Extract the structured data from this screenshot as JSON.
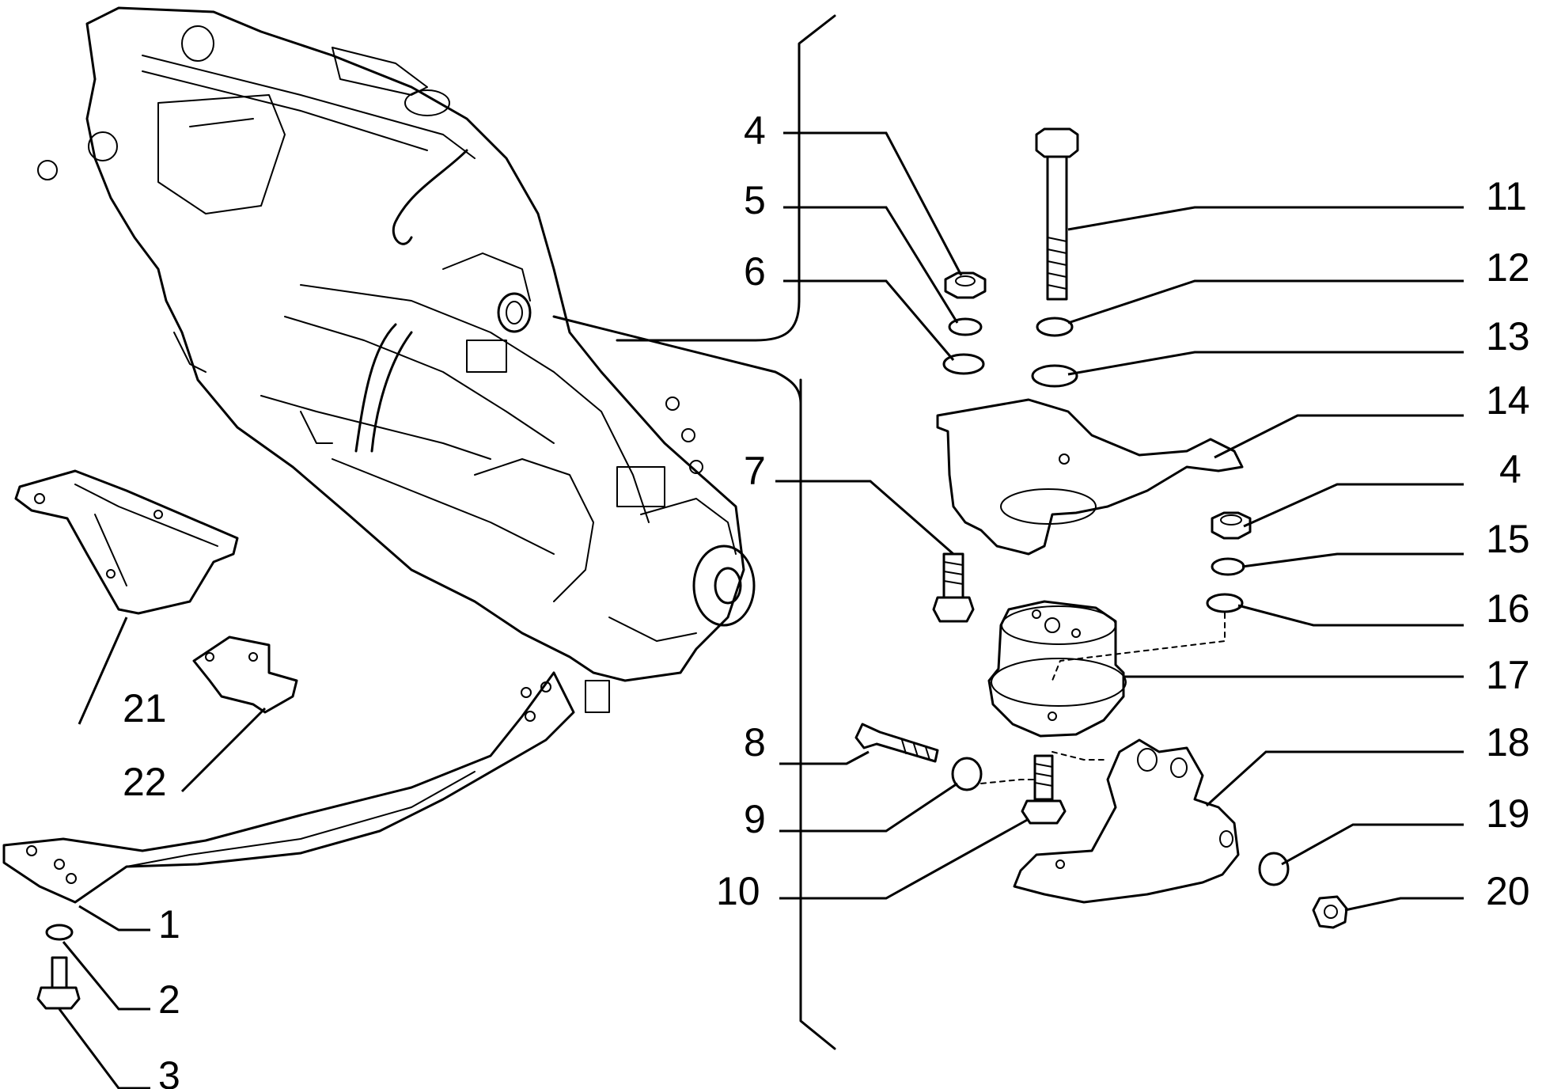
{
  "callouts": {
    "c1": "1",
    "c2": "2",
    "c3": "3",
    "c4a": "4",
    "c5": "5",
    "c6": "6",
    "c7": "7",
    "c8": "8",
    "c9": "9",
    "c10": "10",
    "c11": "11",
    "c12": "12",
    "c13": "13",
    "c14": "14",
    "c4b": "4",
    "c15": "15",
    "c16": "16",
    "c17": "17",
    "c18": "18",
    "c19": "19",
    "c20": "20",
    "c21": "21",
    "c22": "22"
  }
}
